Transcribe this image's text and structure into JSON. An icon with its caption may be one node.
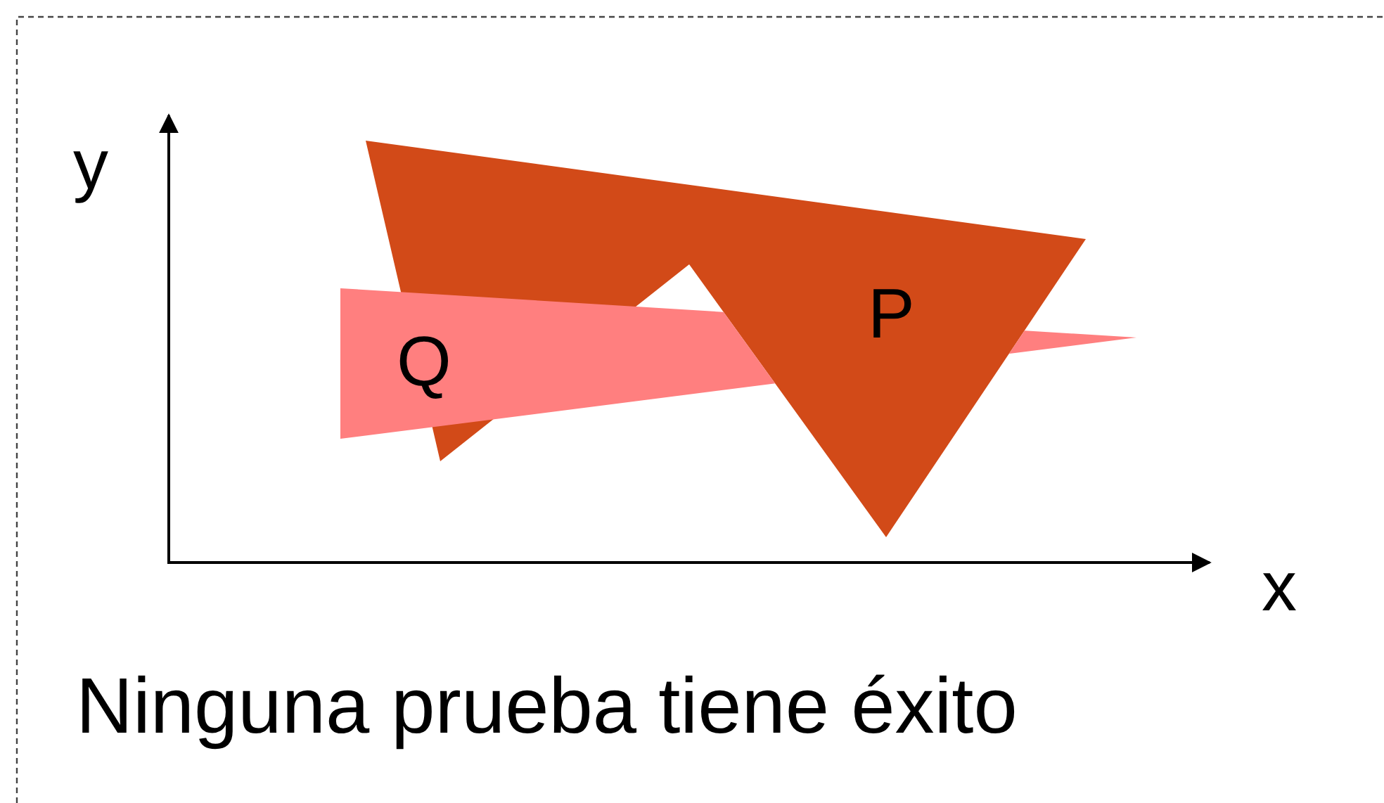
{
  "diagram": {
    "caption": "Ninguna prueba tiene éxito",
    "nodes": [
      {
        "text": [
          "P"
        ]
      },
      {
        "text": [
          "Q"
        ]
      }
    ],
    "labels": [
      "y",
      "x"
    ]
  }
}
